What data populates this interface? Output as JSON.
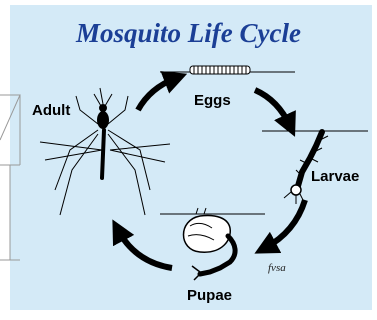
{
  "title": "Mosquito Life Cycle",
  "stages": {
    "adult": "Adult",
    "eggs": "Eggs",
    "larvae": "Larvae",
    "pupae": "Pupae"
  },
  "signature": "fvsa",
  "colors": {
    "panel": "#d4eaf7",
    "title": "#1b3f96",
    "arrow": "#000000"
  }
}
